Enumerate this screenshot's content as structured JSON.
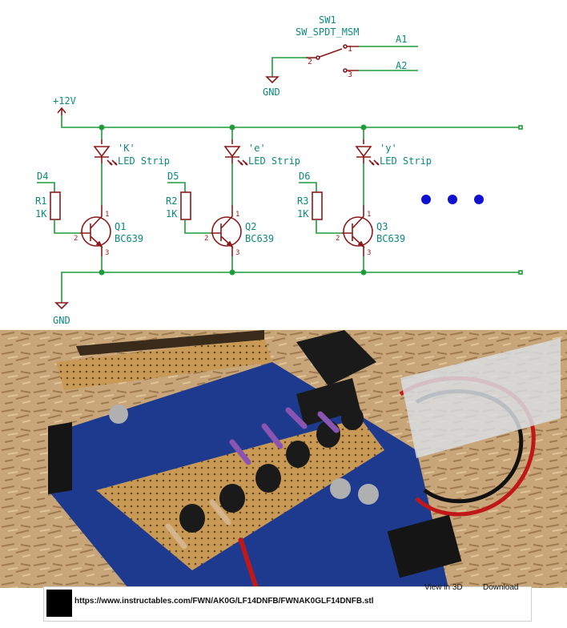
{
  "schematic": {
    "switch": {
      "ref": "SW1",
      "value": "SW_SPDT_MSM",
      "pin1": "1",
      "pin2": "2",
      "pin3": "3",
      "out_a1": "A1",
      "out_a2": "A2",
      "gnd": "GND"
    },
    "rail_power": "+12V",
    "rail_gnd": "GND",
    "channels": [
      {
        "led_text": "'K'",
        "led_type": "LED Strip",
        "pin": "D4",
        "resistor": "R1",
        "res_value": "1K",
        "transistor": "Q1",
        "trans_type": "BC639",
        "pin_b": "2",
        "pin_c": "1",
        "pin_e": "3"
      },
      {
        "led_text": "'e'",
        "led_type": "LED Strip",
        "pin": "D5",
        "resistor": "R2",
        "res_value": "1K",
        "transistor": "Q2",
        "trans_type": "BC639",
        "pin_b": "2",
        "pin_c": "1",
        "pin_e": "3"
      },
      {
        "led_text": "'y'",
        "led_type": "LED Strip",
        "pin": "D6",
        "resistor": "R3",
        "res_value": "1K",
        "transistor": "Q3",
        "trans_type": "BC639",
        "pin_b": "2",
        "pin_c": "1",
        "pin_e": "3"
      }
    ],
    "colors": {
      "text": "#0c8a7c",
      "wire": "#1e9b3a",
      "part": "#8b1a1a",
      "dots": "#1010d0"
    }
  },
  "footer": {
    "url": "https://www.instructables.com/FWN/AK0G/LF14DNFB/FWNAK0GLF14DNFB.stl",
    "view_3d": "View in 3D",
    "download": "Download"
  }
}
